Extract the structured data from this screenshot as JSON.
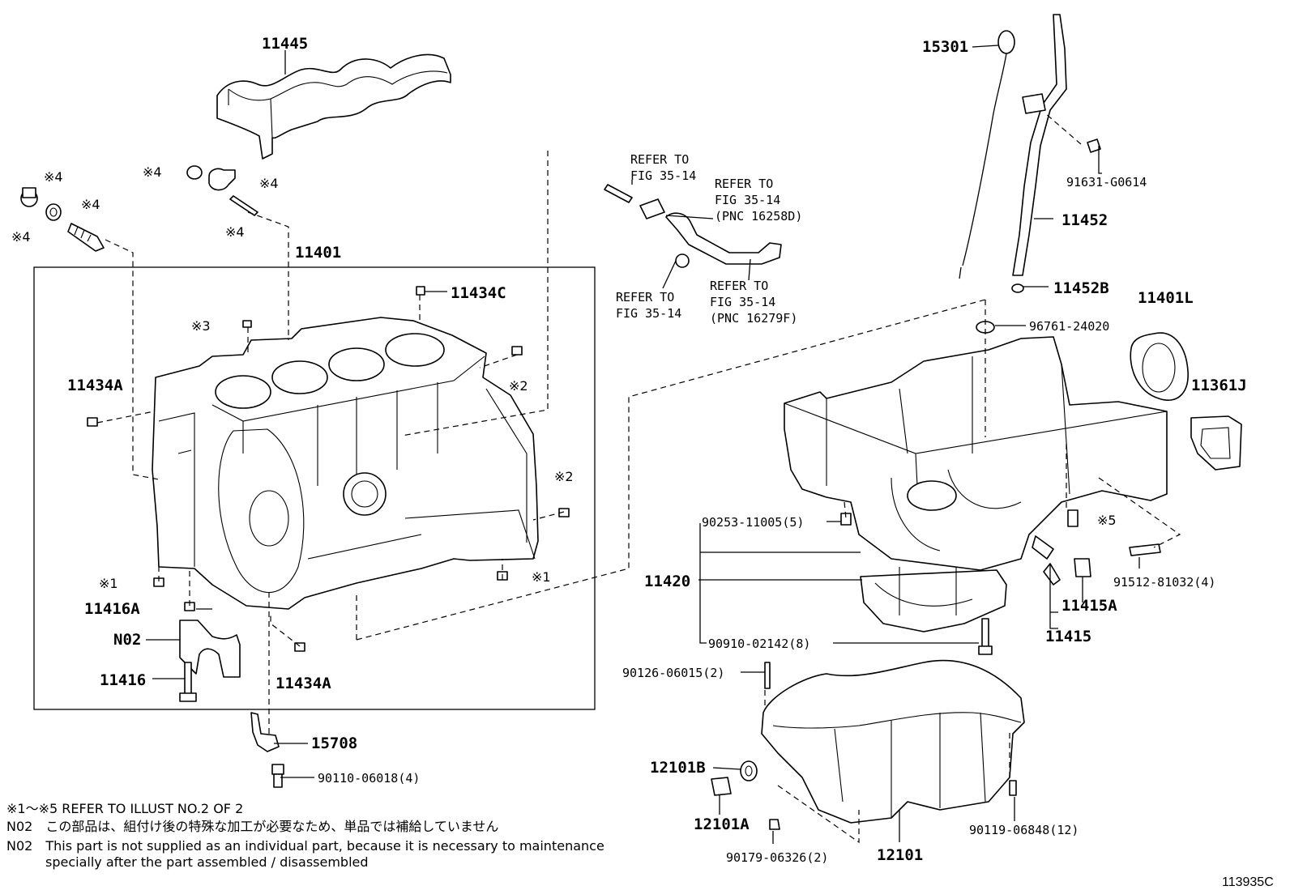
{
  "labels": {
    "p11445": "11445",
    "p15301": "15301",
    "p91631": "91631-G0614",
    "p11452": "11452",
    "p11452b": "11452B",
    "p11401": "11401",
    "p11434c": "11434C",
    "p11434a_left": "11434A",
    "p11434a_bottom": "11434A",
    "p11416a": "11416A",
    "pN02": "N02",
    "p11416": "11416",
    "p15708": "15708",
    "p90110": "90110-06018(4)",
    "p96761": "96761-24020",
    "p11401l": "11401L",
    "p11361j": "11361J",
    "p90253": "90253-11005(5)",
    "p11420": "11420",
    "p90910": "90910-02142(8)",
    "p11415a": "11415A",
    "p11415": "11415",
    "p91512": "91512-81032(4)",
    "p90126": "90126-06015(2)",
    "p12101b": "12101B",
    "p12101a": "12101A",
    "p90179": "90179-06326(2)",
    "p12101": "12101",
    "p90119": "90119-06848(12)"
  },
  "refs": {
    "r1_line1": "REFER TO",
    "r1_line2": "FIG 35-14",
    "r2_line1": "REFER TO",
    "r2_line2": "FIG 35-14",
    "r2_line3": "(PNC 16258D)",
    "r3_line1": "REFER TO",
    "r3_line2": "FIG 35-14",
    "r4_line1": "REFER TO",
    "r4_line2": "FIG 35-14",
    "r4_line3": "(PNC 16279F)"
  },
  "marks": {
    "m4a": "※4",
    "m4b": "※4",
    "m4c": "※4",
    "m4d": "※4",
    "m4e": "※4",
    "m4f": "※4",
    "m3": "※3",
    "m2a": "※2",
    "m2b": "※2",
    "m1a": "※1",
    "m1b": "※1",
    "m5": "※5"
  },
  "notes": {
    "line1": "※1～※5 REFER TO ILLUST NO.2 OF 2",
    "line2": "N02　この部品は、組付け後の特殊な加工が必要なため、単品では補給していません",
    "line3": "N02　This part is not supplied as an individual part, because it is necessary to maintenance",
    "line4": "specially after the part assembled / disassembled"
  },
  "figure_code": "113935C"
}
